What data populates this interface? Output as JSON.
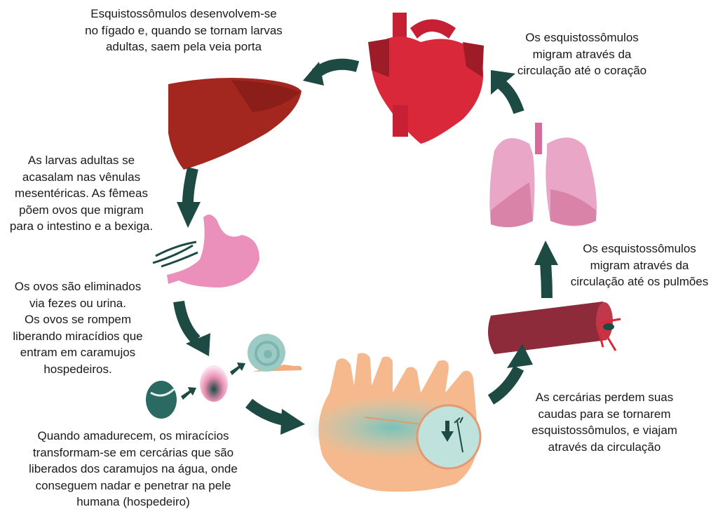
{
  "title": "Ciclo de vida do Schistosoma",
  "steps": {
    "liver": [
      "Esquistossômulos desenvolvem-se",
      "no fígado e, quando se tornam larvas",
      "adultas, saem pela veia porta"
    ],
    "heart": [
      "Os esquistossômulos",
      "migram através da",
      "circulação até o coração"
    ],
    "mesenteric": [
      "As larvas adultas se",
      "acasalam nas vênulas",
      "mesentéricas. As fêmeas",
      "põem ovos que migram",
      "para o intestino e a bexiga."
    ],
    "eggs": [
      "Os ovos são eliminados",
      "via fezes ou urina.",
      "Os ovos se rompem",
      "liberando miracídios que",
      "entram em caramujos",
      "hospedeiros."
    ],
    "cercariae": [
      "Quando amadurecem, os miracícios",
      "transformam-se em cercárias que são",
      "liberados dos caramujos na água, onde",
      "conseguem nadar e penetrar na pele",
      "humana (hospedeiro)"
    ],
    "lungs": [
      "Os esquistossômulos",
      "migram através da",
      "circulação até os pulmões"
    ],
    "circulation": [
      "As cercárias perdem suas",
      "caudas para se tornarem",
      "esquistossômulos, e viajam",
      "através da circulação"
    ]
  },
  "colors": {
    "arrow": "#1d4a43",
    "liver": "#a3261f",
    "heart": "#d8283a",
    "lungs": "#eaa6c6",
    "stomach": "#eb90ba",
    "vein": "#8e2b3b",
    "hands": "#f5b98d",
    "water": "#7cc7c0"
  }
}
